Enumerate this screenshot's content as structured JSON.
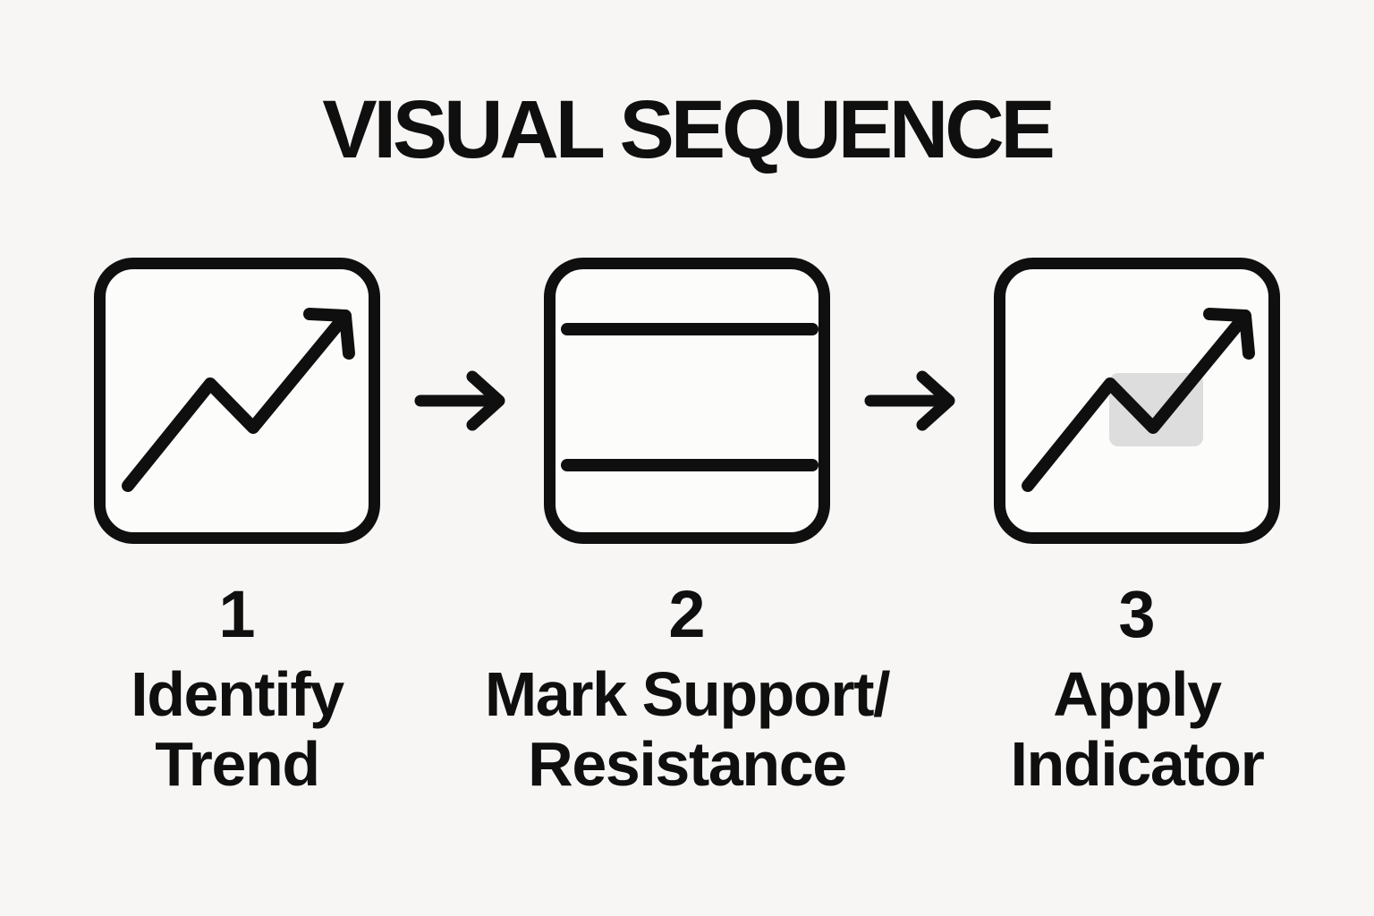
{
  "title": "VISUAL SEQUENCE",
  "colors": {
    "background": "#f7f6f5",
    "ink": "#0f0f0f",
    "box_background": "#fcfcfb",
    "highlight": "#dedddd"
  },
  "steps": [
    {
      "number": "1",
      "label_lines": [
        "Identify",
        "Trend"
      ],
      "icon": "uptrend-arrow-icon"
    },
    {
      "number": "2",
      "label_lines": [
        "Mark Support/",
        "Resistance"
      ],
      "icon": "support-resistance-lines-icon"
    },
    {
      "number": "3",
      "label_lines": [
        "Apply",
        "Indicator"
      ],
      "icon": "uptrend-arrow-indicator-highlight-icon"
    }
  ],
  "connectors": [
    {
      "icon": "arrow-right-icon"
    },
    {
      "icon": "arrow-right-icon"
    }
  ]
}
